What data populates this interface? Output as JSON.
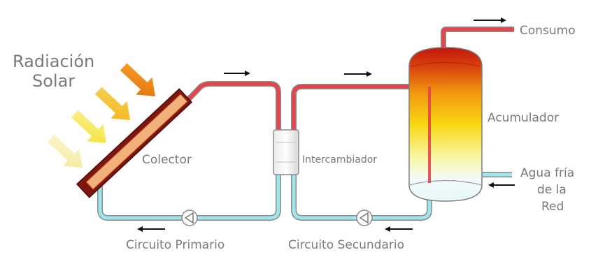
{
  "labels": {
    "radiation_line1": "Radiación",
    "radiation_line2": "Solar",
    "collector": "Colector",
    "exchanger": "Intercambiador",
    "accumulator": "Acumulador",
    "consumption": "Consumo",
    "cold_water_line1": "Agua fría",
    "cold_water_line2": "de la",
    "cold_water_line3": "Red",
    "primary_circuit": "Circuito Primario",
    "secondary_circuit": "Circuito Secundario"
  },
  "colors": {
    "hot_pipe": "#e8424a",
    "cold_pipe": "#9ee6ec",
    "collector_frame": "#8b1a12",
    "collector_absorber": "#f2b07a",
    "text": "#7a7a7a"
  },
  "icons": [
    "sun-ray-arrow-icon",
    "pump-icon",
    "flow-arrow-icon"
  ]
}
